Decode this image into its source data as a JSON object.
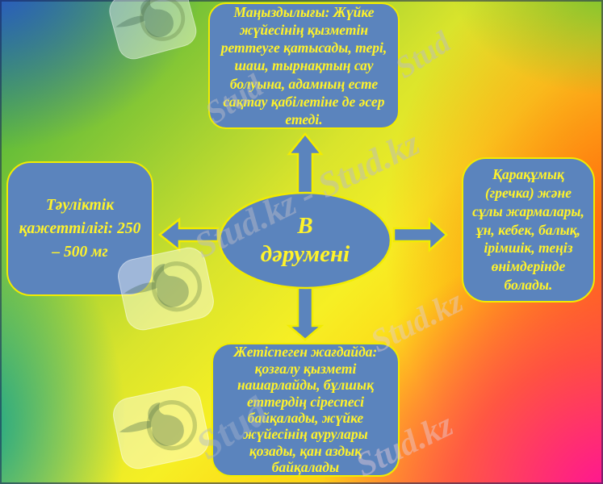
{
  "diagram": {
    "center": {
      "line1": "В",
      "line2": "дәрумені"
    },
    "nodes": {
      "top": {
        "text": "Маңыздылығы: Жүйке жүйесінің қызметін реттеуге қатысады, тері, шаш, тырнақтың сау болуына, адамның есте сақтау қабілетіне де әсер етеді."
      },
      "left": {
        "text": "Тәуліктік қажеттілігі: 250 – 500 мг"
      },
      "right": {
        "text": "Қарақұмық (гречка) және сұлы жармалары, ұн, кебек, балық, ірімшік, теңіз өнімдерінде болады."
      },
      "bottom": {
        "text": "Жетіспеген жағдайда: қозғалу қызметі нашарлайды, бұлшық еттердің сіреспесі байқалады, жүйке жүйесінің аурулары қозады, қан аздық байқалады"
      }
    },
    "arrows": [
      "up",
      "left",
      "right",
      "down"
    ]
  },
  "watermark": {
    "brand": "Stud.kz",
    "row": "Stud.kz - Stud.kz",
    "fragment": "Stud",
    "logo_icon": "stud-kz-hummingbird"
  },
  "colors": {
    "node_fill": "#5B84BD",
    "node_border": "#F2EC00",
    "node_text": "#FFF32A",
    "arrow_fill": "#4F81BD",
    "arrow_outline": "#F0EE10"
  }
}
